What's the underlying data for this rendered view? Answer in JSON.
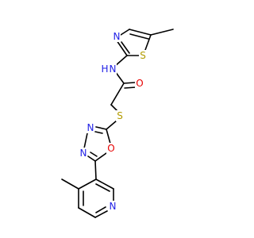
{
  "colors": {
    "bond": "#000000",
    "nitrogen": "#1f1fe6",
    "sulfur": "#b29b00",
    "oxygen": "#e60000",
    "background": "#ffffff"
  },
  "atoms": {
    "n_thiazole": "N",
    "s_thiazole": "S",
    "nh_amide": "N",
    "h_amide": "H",
    "o_carbonyl": "O",
    "s_thioether": "S",
    "n3_oxadiazole": "N",
    "n4_oxadiazole": "N",
    "o_oxadiazole": "O",
    "n_pyridine": "N"
  }
}
